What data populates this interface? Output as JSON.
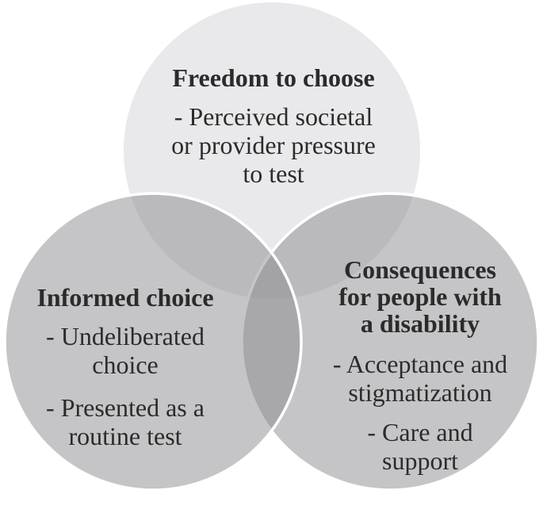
{
  "figure": {
    "kind": "venn-diagram",
    "background_color": "#ffffff",
    "text_color": "#2b2b2b",
    "circle_stroke_color": "#ffffff",
    "top_circle_fill": "#e9e9eb",
    "bottom_circle_fill": "rgba(140,140,144,0.5)",
    "overlap_color_approx": "#b2b2b4",
    "circles": [
      {
        "name": "freedom-to-choose",
        "title_lines": [
          "Freedom to choose"
        ],
        "items": [
          {
            "lines": [
              "- Perceived societal",
              "or provider pressure",
              "to test"
            ]
          }
        ]
      },
      {
        "name": "informed-choice",
        "title_lines": [
          "Informed choice"
        ],
        "items": [
          {
            "lines": [
              "- Undeliberated",
              "choice"
            ]
          },
          {
            "lines": [
              "- Presented as a",
              "routine test"
            ]
          }
        ]
      },
      {
        "name": "consequences-for-people-with-a-disability",
        "title_lines": [
          "Consequences",
          "for people with",
          "a disability"
        ],
        "items": [
          {
            "lines": [
              "- Acceptance and",
              "stigmatization"
            ]
          },
          {
            "lines": [
              "- Care and",
              "support"
            ]
          }
        ]
      }
    ]
  }
}
